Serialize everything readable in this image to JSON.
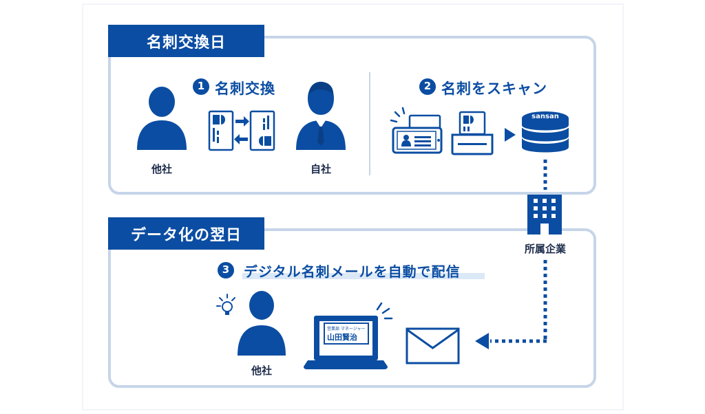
{
  "colors": {
    "primary": "#0b4da2",
    "frame": "#c6d5e8",
    "highlight": "#dbe8f6",
    "label": "#1c2b4a"
  },
  "section1": {
    "tab_label": "名刺交換日",
    "step1": {
      "number": "1",
      "title": "名刺交換",
      "left_label": "他社",
      "right_label": "自社"
    },
    "step2": {
      "number": "2",
      "title": "名刺をスキャン",
      "db_logo": "sansan"
    },
    "company_label": "所属企業"
  },
  "section2": {
    "tab_label": "データ化の翌日",
    "step3": {
      "number": "3",
      "title": "デジタル名刺メールを自動で配信"
    },
    "recipient_label": "他社",
    "screen_card": {
      "role": "営業部 マネージャー",
      "name": "山田賢治"
    }
  },
  "icons": [
    "person-icon",
    "business-person-icon",
    "card-exchange-icon",
    "phone-scan-icon",
    "scanner-icon",
    "database-icon",
    "building-icon",
    "laptop-icon",
    "envelope-icon",
    "lightbulb-icon",
    "arrow-icon"
  ]
}
